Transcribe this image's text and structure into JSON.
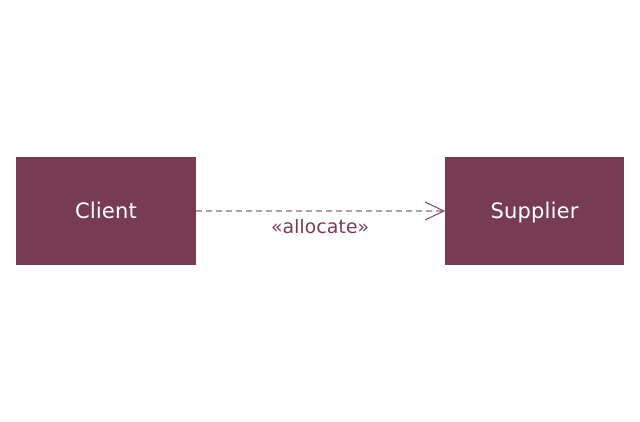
{
  "diagram": {
    "nodes": [
      {
        "id": "client",
        "label": "Client"
      },
      {
        "id": "supplier",
        "label": "Supplier"
      }
    ],
    "edges": [
      {
        "from": "client",
        "to": "supplier",
        "label": "«allocate»",
        "line_style": "dashed",
        "arrowhead": "open"
      }
    ]
  },
  "colors": {
    "node_fill": "#773b54",
    "node_text": "#ffffff",
    "edge_stroke": "#773b54",
    "label_text": "#773b54",
    "background": "#ffffff"
  }
}
